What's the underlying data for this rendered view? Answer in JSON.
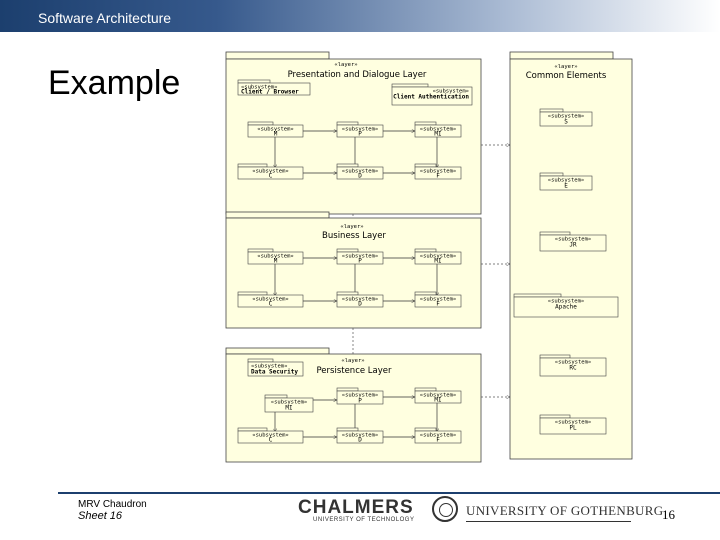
{
  "header": {
    "title": "Software Architecture"
  },
  "slide": {
    "title": "Example"
  },
  "diagram": {
    "layer_stereotype": "«layer»",
    "subsystem_stereotype": "«subsystem»",
    "layers": {
      "presentation": "Presentation and Dialogue Layer",
      "common": "Common Elements",
      "business": "Business Layer",
      "persistence": "Persistence Layer"
    },
    "subsystems": {
      "client_browser": "Client / Browser",
      "client_auth": "Client Authentication",
      "pres_m": "M",
      "pres_p": "P",
      "pres_mi": "MI",
      "pres_c": "C",
      "pres_d": "D",
      "pres_f": "F",
      "com_s": "S",
      "com_e": "E",
      "com_jr": "JR",
      "com_apache": "Apache",
      "com_rc": "RC",
      "com_pl": "PL",
      "bus_m": "M",
      "bus_p": "P",
      "bus_mi": "MI",
      "bus_c": "C",
      "bus_d": "D",
      "bus_f": "F",
      "data_security": "Data Security",
      "per_mi_left": "MI",
      "per_p": "P",
      "per_mi": "MI",
      "per_c": "C",
      "per_d": "D",
      "per_f": "F"
    }
  },
  "footer": {
    "author": "MRV Chaudron",
    "sheet": "Sheet 16",
    "page_number": "16",
    "chalmers": "CHALMERS",
    "chalmers_sub": "UNIVERSITY OF TECHNOLOGY",
    "gu": "UNIVERSITY OF GOTHENBURG"
  }
}
